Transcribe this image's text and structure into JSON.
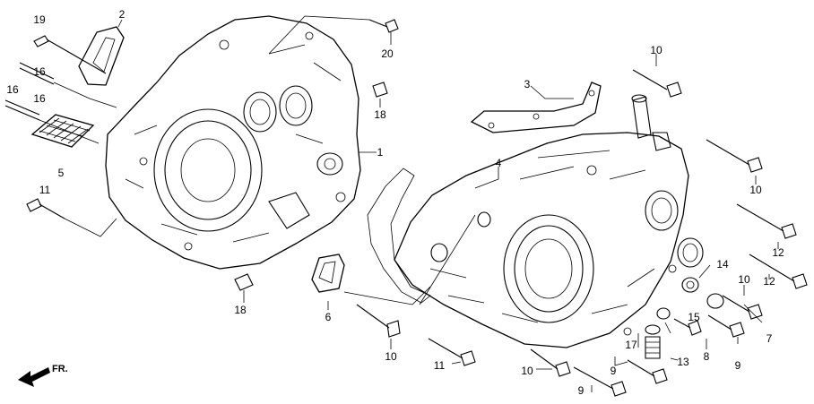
{
  "callouts": {
    "c1": "1",
    "c2": "2",
    "c3": "3",
    "c4": "4",
    "c5": "5",
    "c6": "6",
    "c7": "7",
    "c8": "8",
    "c9a": "9",
    "c9b": "9",
    "c9c": "9",
    "c10a": "10",
    "c10b": "10",
    "c10c": "10",
    "c10d": "10",
    "c11a": "11",
    "c11b": "11",
    "c12a": "12",
    "c12b": "12",
    "c13": "13",
    "c14": "14",
    "c15": "15",
    "c16a": "16",
    "c16b": "16",
    "c17": "17",
    "c18a": "18",
    "c18b": "18",
    "c19": "19",
    "c20": "20"
  },
  "direction_label": "FR."
}
